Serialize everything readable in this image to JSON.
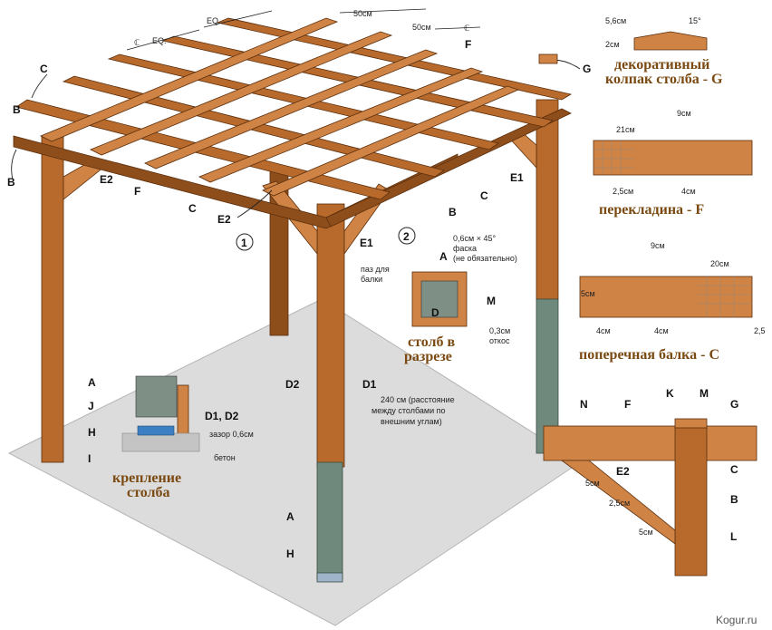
{
  "labels": {
    "A": "A",
    "B": "B",
    "C": "C",
    "D": "D",
    "D1": "D1",
    "D2": "D2",
    "D1D2": "D1, D2",
    "E1": "E1",
    "E2": "E2",
    "F": "F",
    "G": "G",
    "H": "H",
    "I": "I",
    "J": "J",
    "K": "K",
    "L": "L",
    "M": "M",
    "N": "N",
    "n1": "1",
    "n2": "2",
    "cl": "ℂ"
  },
  "top_dims": {
    "eq1": "EQ.",
    "eq2": "EQ.",
    "d50a": "50см",
    "d50b": "50см"
  },
  "notes": {
    "slot": "паз для балки",
    "slot_l1": "паз для",
    "slot_l2": "балки",
    "span_l1": "240 см (расстояние",
    "span_l2": "между столбами по",
    "span_l3": "внешним углам)",
    "chamfer_l1": "0,6см × 45°",
    "chamfer_l2": "фаска",
    "chamfer_l3": "(не обязательно)",
    "bevel_l1": "0,3см",
    "bevel_l2": "откос",
    "gap": "зазор 0,6см",
    "concrete": "бетон"
  },
  "captions": {
    "cap_g_l1": "декоративный",
    "cap_g_l2": "колпак столба - G",
    "cap_f": "перекладина - F",
    "cap_c": "поперечная балка - C",
    "cap_post_l1": "столб в",
    "cap_post_l2": "разрезе",
    "cap_mount_l1": "крепление",
    "cap_mount_l2": "столба"
  },
  "cap_dims": {
    "w": "5,6см",
    "h": "2см",
    "angle": "15°"
  },
  "f_dims": {
    "len": "21см",
    "slot": "9см",
    "a": "2,5см",
    "b": "4см"
  },
  "c_dims": {
    "slot": "9см",
    "len": "20см",
    "h": "5см",
    "a": "4см",
    "b": "4см",
    "c": "2,5"
  },
  "joint_dims": {
    "a": "5см",
    "b": "2,5см",
    "c": "5см"
  },
  "watermark": "Kogur.ru",
  "colors": {
    "wood": "#b86a2c",
    "wood_dark": "#8e4e1c",
    "concrete": "#d9d9d9",
    "post_base": "#6f8a7c",
    "caption": "#7a4a12"
  }
}
